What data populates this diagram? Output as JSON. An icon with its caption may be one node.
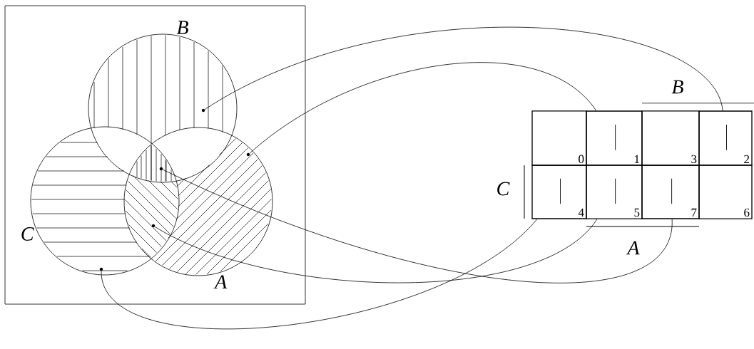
{
  "diagram": {
    "nodes": [
      {
        "text": [],
        "shape": "box"
      },
      {
        "text": [
          "B"
        ],
        "in": 0
      },
      {
        "text": [
          "C"
        ],
        "in": 0
      },
      {
        "text": [
          "A"
        ],
        "in": 0
      },
      {
        "text": [],
        "shape": "dot",
        "in": 1
      },
      {
        "text": [],
        "shape": "dot",
        "in": 3
      },
      {
        "text": [],
        "shape": "dot"
      },
      {
        "text": [],
        "shape": "dot"
      },
      {
        "text": [],
        "shape": "dot",
        "in": 2
      },
      {
        "text": [
          "0"
        ]
      },
      {
        "text": [
          "1"
        ]
      },
      {
        "text": [
          "3"
        ]
      },
      {
        "text": [
          "2"
        ]
      },
      {
        "text": [
          "4"
        ]
      },
      {
        "text": [
          "5"
        ]
      },
      {
        "text": [
          "7"
        ]
      },
      {
        "text": [
          "6"
        ]
      }
    ],
    "edges": [
      {
        "from": 4,
        "to": 12,
        "arrow": "none"
      },
      {
        "from": 5,
        "to": 10,
        "arrow": "none"
      },
      {
        "from": 6,
        "to": 15,
        "arrow": "none"
      },
      {
        "from": 7,
        "to": 14,
        "arrow": "none"
      },
      {
        "from": 8,
        "to": 13,
        "arrow": "none"
      }
    ],
    "labels": [
      "B",
      "C",
      "A"
    ]
  }
}
